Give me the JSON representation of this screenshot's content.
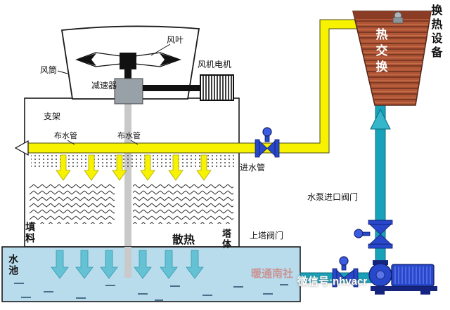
{
  "tower": {
    "fan_blade": "风叶",
    "fan_duct": "风筒",
    "fan_motor": "风机电机",
    "reducer": "减速器",
    "support": "支架",
    "water_dist_pipe_left": "布水管",
    "water_dist_pipe_right": "布水管",
    "fill": "填料",
    "heat_dissipation": "散热",
    "tower_body": "塔体",
    "pool": "水池"
  },
  "piping": {
    "inlet_pipe": "进水管",
    "pump_inlet_valve": "水泵进口阀门",
    "to_tower_valve": "上塔阀门"
  },
  "exchanger": {
    "equipment": "换热设备",
    "surface": "热交换"
  },
  "watermark": {
    "brand": "暖通南社",
    "wechat": "微信号:nhvacr"
  },
  "colors": {
    "hot_water_pipe": "#f6f200",
    "cold_water_pipe": "#18a2ba",
    "pool_water": "#b8dcec",
    "heat_exchanger_body": "#b05536",
    "pump_valve_blue": "#2848cc"
  }
}
